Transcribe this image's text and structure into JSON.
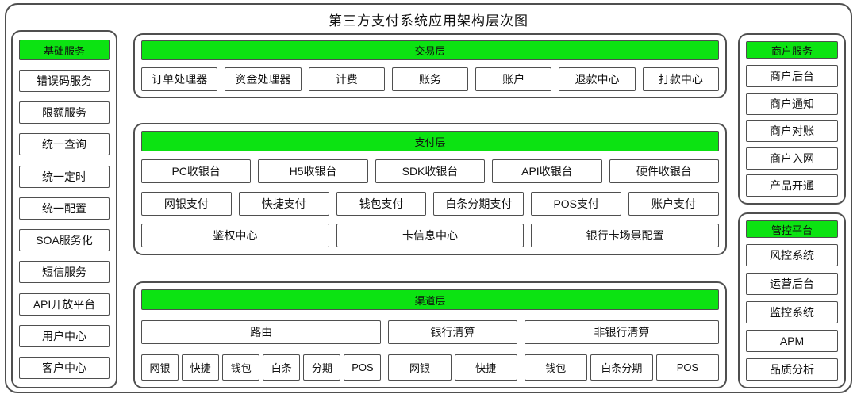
{
  "title": "第三方支付系统应用架构层次图",
  "colors": {
    "header_green": "#0ce312",
    "border_gray": "#4f4f4f"
  },
  "base_services": {
    "header": "基础服务",
    "items": [
      "错误码服务",
      "限额服务",
      "统一查询",
      "统一定时",
      "统一配置",
      "SOA服务化",
      "短信服务",
      "API开放平台",
      "用户中心",
      "客户中心"
    ]
  },
  "trade_layer": {
    "header": "交易层",
    "items": [
      "订单处理器",
      "资金处理器",
      "计费",
      "账务",
      "账户",
      "退款中心",
      "打款中心"
    ]
  },
  "payment_layer": {
    "header": "支付层",
    "rows": [
      [
        "PC收银台",
        "H5收银台",
        "SDK收银台",
        "API收银台",
        "硬件收银台"
      ],
      [
        "网银支付",
        "快捷支付",
        "钱包支付",
        "白条分期支付",
        "POS支付",
        "账户支付"
      ],
      [
        "鉴权中心",
        "卡信息中心",
        "银行卡场景配置"
      ]
    ]
  },
  "channel_layer": {
    "header": "渠道层",
    "groups": [
      {
        "label": "路由",
        "subs": [
          "网银",
          "快捷",
          "钱包",
          "白条",
          "分期",
          "POS"
        ]
      },
      {
        "label": "银行清算",
        "subs": [
          "网银",
          "快捷"
        ]
      },
      {
        "label": "非银行清算",
        "subs": [
          "钱包",
          "白条分期",
          "POS"
        ]
      }
    ]
  },
  "merchant_services": {
    "header": "商户服务",
    "items": [
      "商户后台",
      "商户通知",
      "商户对账",
      "商户入网",
      "产品开通"
    ]
  },
  "control_platform": {
    "header": "管控平台",
    "items": [
      "风控系统",
      "运营后台",
      "监控系统",
      "APM",
      "品质分析"
    ]
  }
}
